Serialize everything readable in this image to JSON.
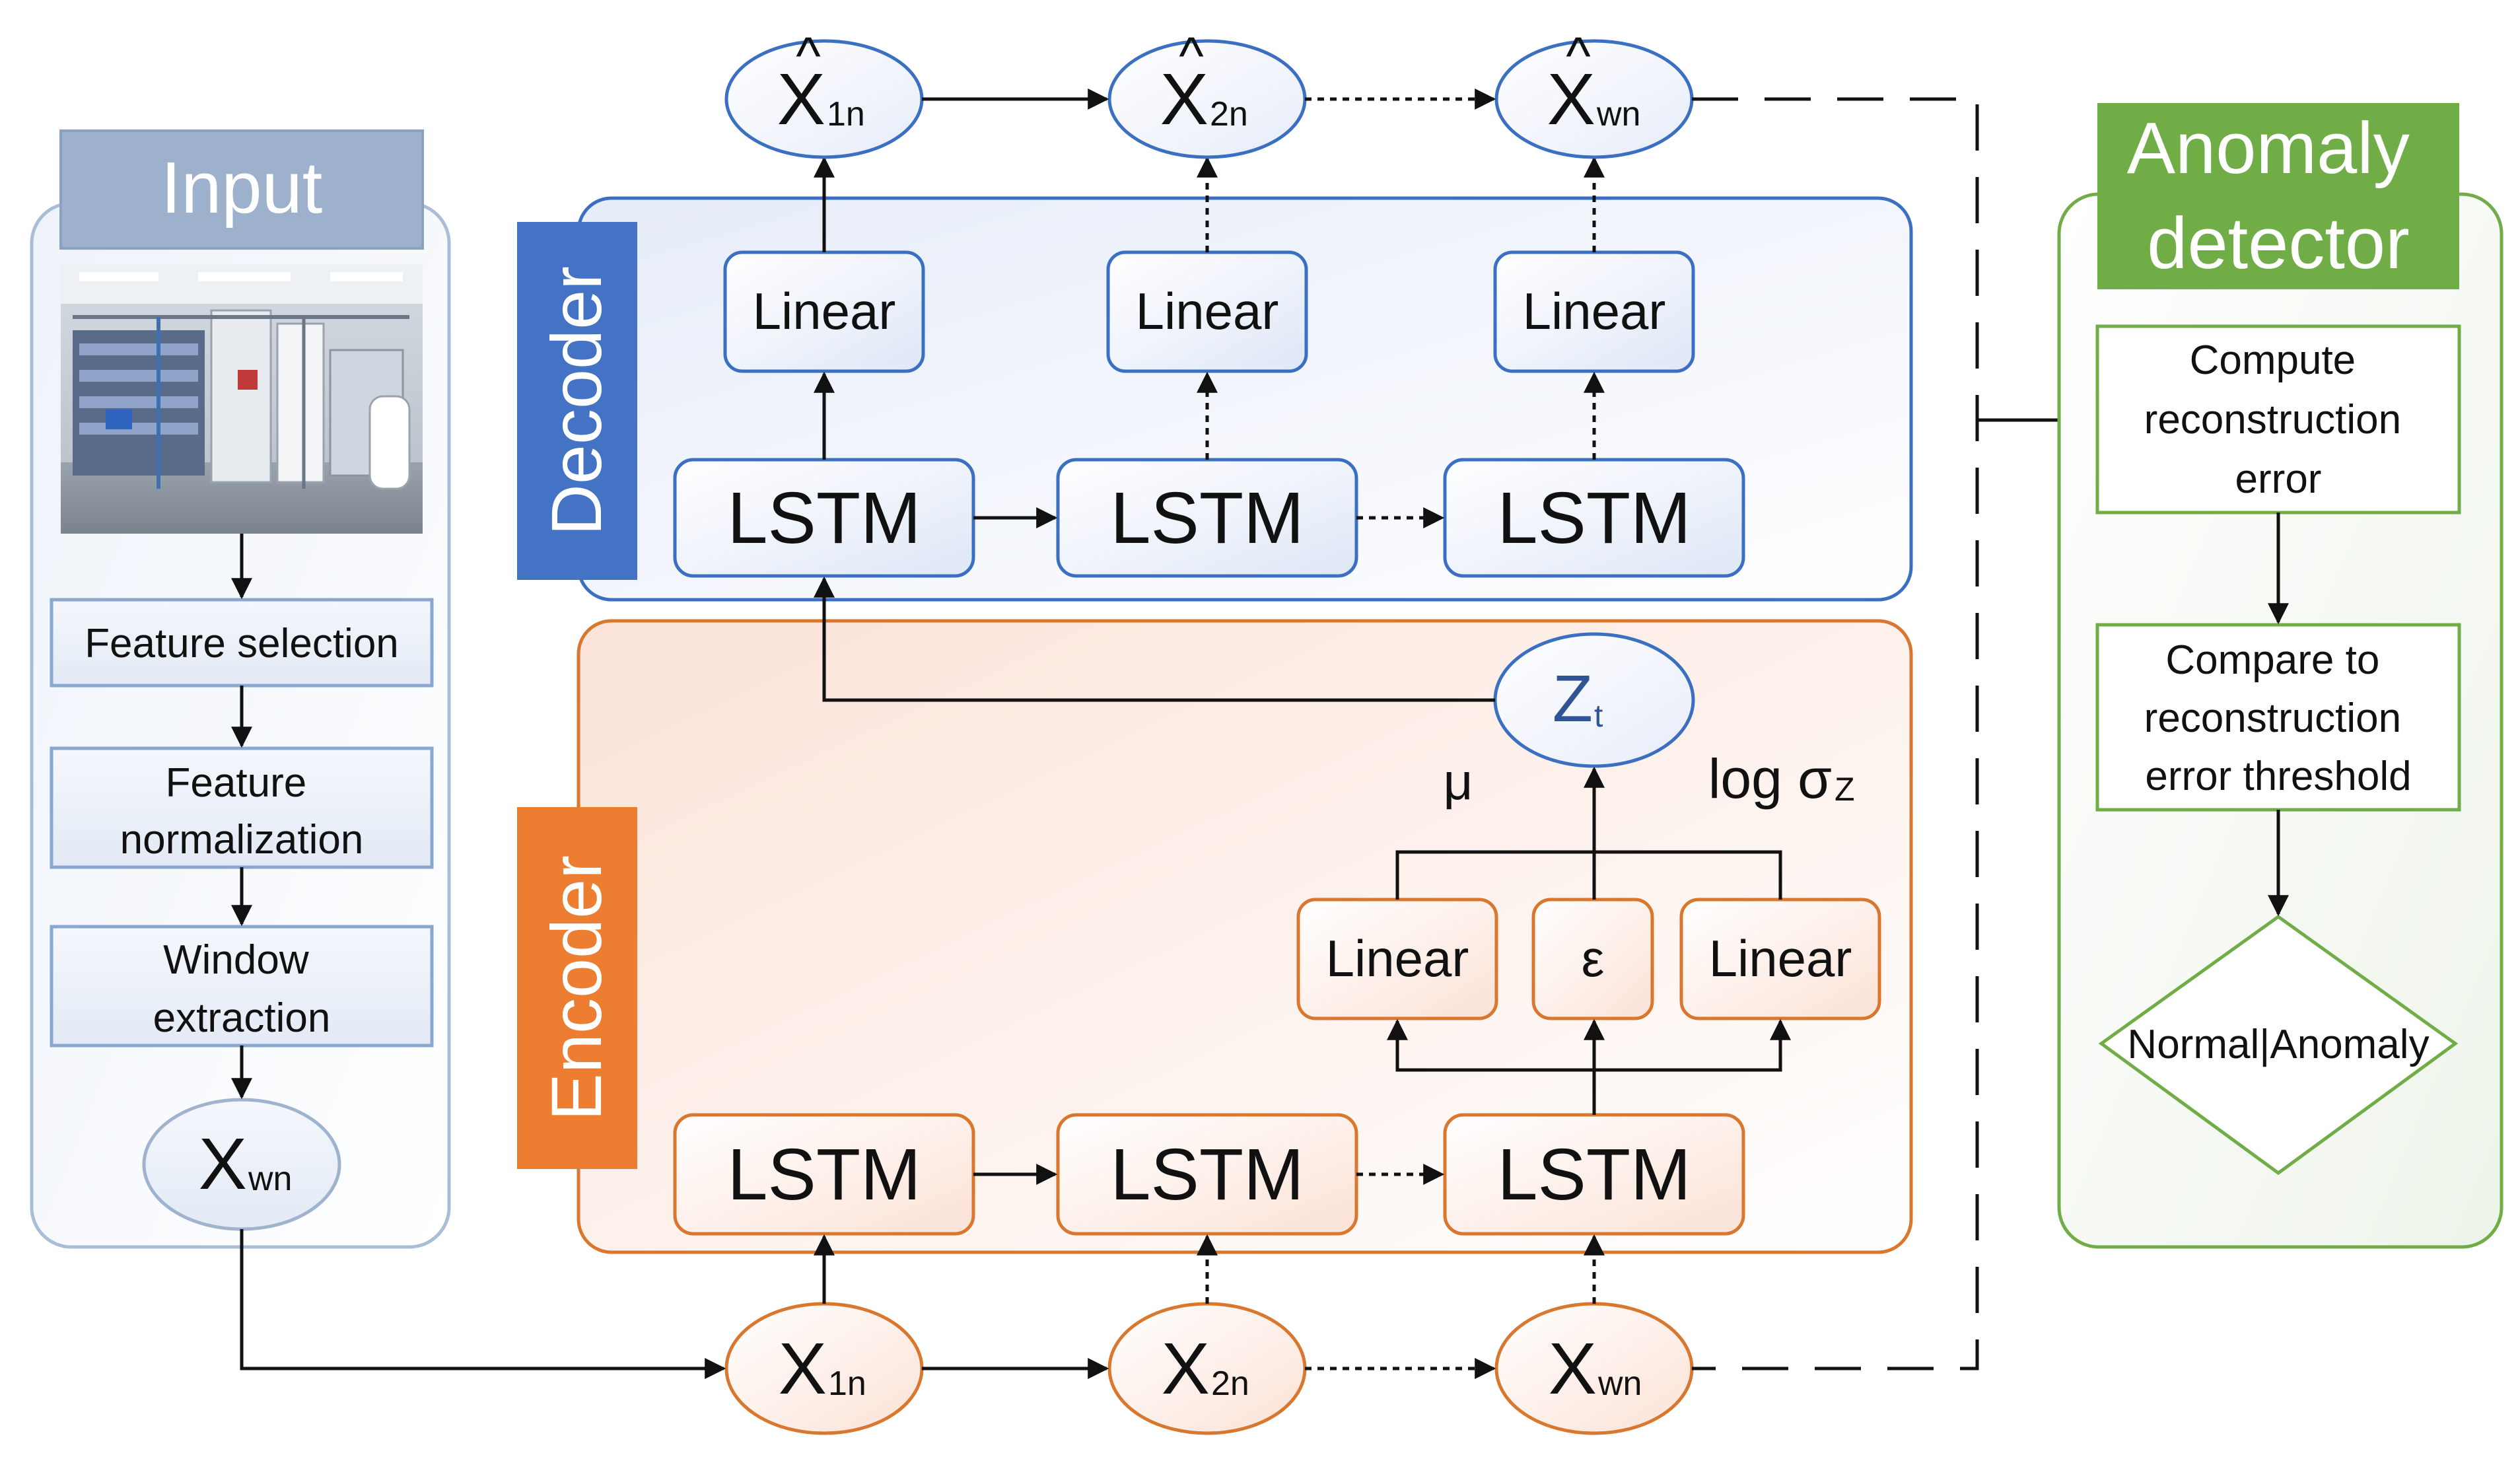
{
  "input_panel": {
    "title": "Input",
    "steps": [
      "Feature selection",
      "Feature normalization",
      "Window extraction"
    ],
    "steps_lines": [
      [
        "Feature selection"
      ],
      [
        "Feature",
        "normalization"
      ],
      [
        "Window",
        "extraction"
      ]
    ],
    "window_node": {
      "main": "X",
      "sub": "wn"
    }
  },
  "decoder": {
    "label": "Decoder",
    "linear_labels": [
      "Linear",
      "Linear",
      "Linear"
    ],
    "lstm_labels": [
      "LSTM",
      "LSTM",
      "LSTM"
    ],
    "outputs": [
      {
        "hat": "^",
        "main": "X",
        "sub": "1n"
      },
      {
        "hat": "^",
        "main": "X",
        "sub": "2n"
      },
      {
        "hat": "^",
        "main": "X",
        "sub": "wn"
      }
    ]
  },
  "encoder": {
    "label": "Encoder",
    "lstm_labels": [
      "LSTM",
      "LSTM",
      "LSTM"
    ],
    "linear_mu": "Linear",
    "epsilon": "ε",
    "linear_sigma": "Linear",
    "mu_label": "μ",
    "sigma_label": {
      "main": "log σ",
      "sub": "Z"
    },
    "latent": {
      "main": "Z",
      "sub": "t"
    },
    "inputs": [
      {
        "main": "X",
        "sub": "1n"
      },
      {
        "main": "X",
        "sub": "2n"
      },
      {
        "main": "X",
        "sub": "wn"
      }
    ]
  },
  "anomaly_panel": {
    "title_lines": [
      "Anomaly",
      "detector"
    ],
    "step1_lines": [
      "Compute",
      "reconstruction",
      "error"
    ],
    "step2_lines": [
      "Compare to",
      "reconstruction",
      "error threshold"
    ],
    "decision": {
      "left": "Normal",
      "sep": "|",
      "right": "Anomaly"
    }
  },
  "colors": {
    "input_border": "#a9bdd6",
    "input_title_bg": "#9db1cc",
    "decoder_blue": "#3b6fc2",
    "decoder_label_bg": "#4472c4",
    "encoder_orange": "#d9772f",
    "encoder_label_bg": "#ed7d31",
    "anomaly_green": "#70ad47",
    "latent_text": "#2f5597"
  }
}
